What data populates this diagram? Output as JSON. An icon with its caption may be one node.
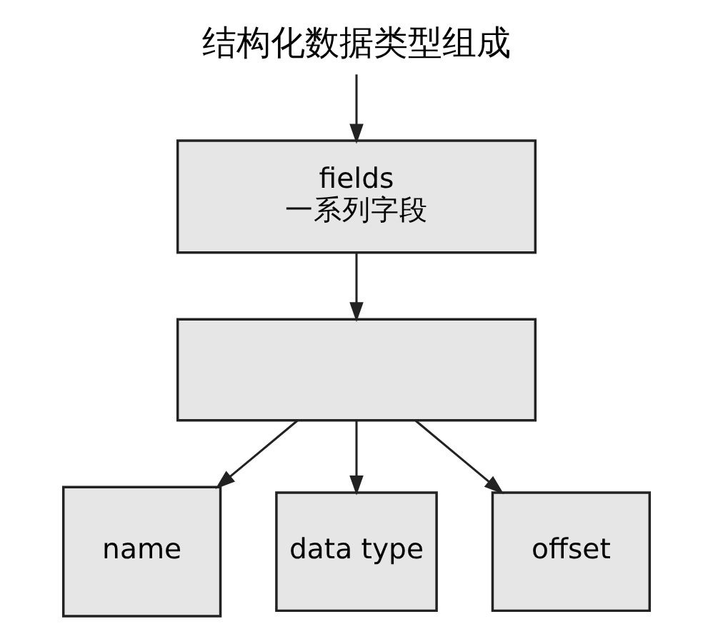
{
  "diagram": {
    "nodes": [
      {
        "text": [
          "结构化数据类型组成"
        ]
      },
      {
        "text": [
          "fields",
          "一系列字段"
        ]
      },
      {
        "text": [],
        "shape": "box"
      },
      {
        "text": [
          "name"
        ]
      },
      {
        "text": [
          "data type"
        ]
      },
      {
        "text": [
          "offset"
        ]
      }
    ],
    "edges": [
      {
        "from": 0,
        "to": 1,
        "arrow": "to"
      },
      {
        "from": 1,
        "to": 2,
        "arrow": "to"
      },
      {
        "from": 2,
        "to": 3,
        "arrow": "to"
      },
      {
        "from": 2,
        "to": 4,
        "arrow": "to"
      },
      {
        "from": 2,
        "to": 5,
        "arrow": "to"
      }
    ]
  }
}
